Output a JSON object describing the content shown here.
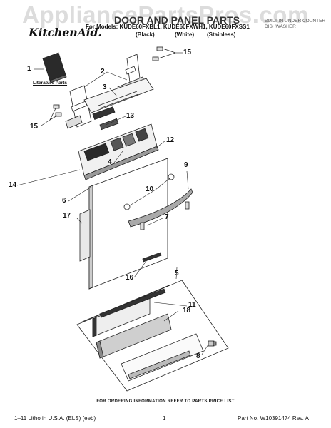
{
  "watermark": "AppliancePartsPros.com",
  "header": {
    "title": "DOOR AND PANEL PARTS",
    "models_line": "For Models: KUDE60FXBL1, KUDE60FXWH1, KUDE60FXSS1",
    "variant_black": "(Black)",
    "variant_white": "(White)",
    "variant_stainless": "(Stainless)",
    "subtitle_line1": "Built-In Under Counter",
    "subtitle_line2": "Dishwasher",
    "brand": "KitchenAid."
  },
  "literature_label": "Literature Parts",
  "callouts": [
    "1",
    "2",
    "3",
    "4",
    "5",
    "6",
    "7",
    "8",
    "9",
    "10",
    "11",
    "12",
    "13",
    "14",
    "15",
    "15",
    "16",
    "17",
    "18"
  ],
  "footer": {
    "ordering_note": "FOR ORDERING INFORMATION REFER TO PARTS PRICE LIST",
    "litho": "1–11 Litho in U.S.A. (ELS) (eeb)",
    "page": "1",
    "part_no": "Part No. W10391474 Rev. A"
  }
}
